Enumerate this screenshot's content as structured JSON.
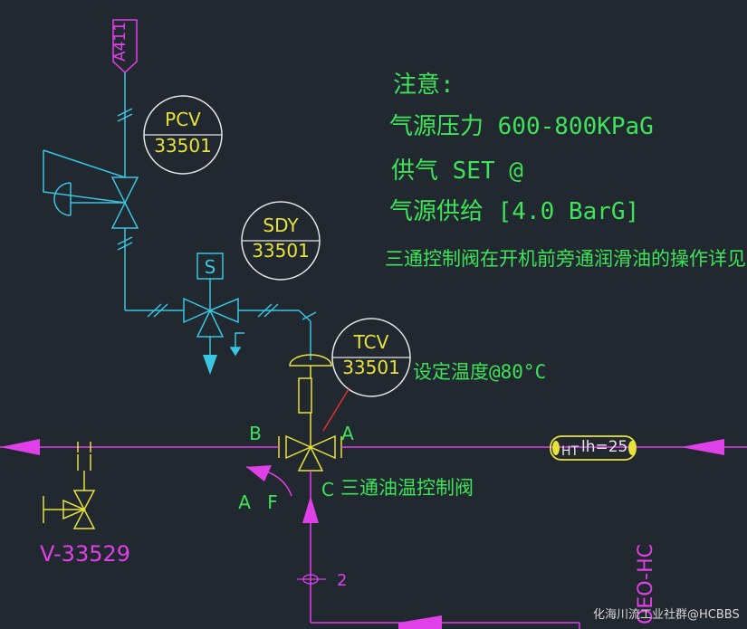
{
  "drawing": {
    "title": "",
    "colors": {
      "background": "#212830",
      "cyan": "#39c6e0",
      "green": "#3ee35a",
      "yellow": "#e8e33a",
      "magenta": "#e040e8",
      "white": "#e6e6e6",
      "red": "#e23030"
    },
    "notes": {
      "heading": "注意:",
      "line1": "气源压力 600-800KPaG",
      "line2": "供气 SET @",
      "line3": "气源供给 [4.0 BarG]",
      "line4": "三通控制阀在开机前旁通润滑油的操作详见　逻辑"
    },
    "instruments": {
      "pcv": {
        "tag": "PCV",
        "number": "33501"
      },
      "sdy": {
        "tag": "SDY",
        "number": "33501"
      },
      "tcv": {
        "tag": "TCV",
        "number": "33501"
      }
    },
    "air_source_tag": "A411",
    "solenoid_label": "S",
    "temp_setpoint": "设定温度@80°C",
    "port_labels": {
      "b": "B",
      "a": "A",
      "c": "C",
      "a_f": "A F"
    },
    "valve_description": "三通油温控制阀",
    "heat_trace": {
      "code": "HT",
      "value": "lh=25"
    },
    "drain_valve_tag": "V-33529",
    "line_mark": "2",
    "vertical_line_tag": "OEO-HC",
    "watermark": "化海川流工业社群@HCBBS"
  }
}
